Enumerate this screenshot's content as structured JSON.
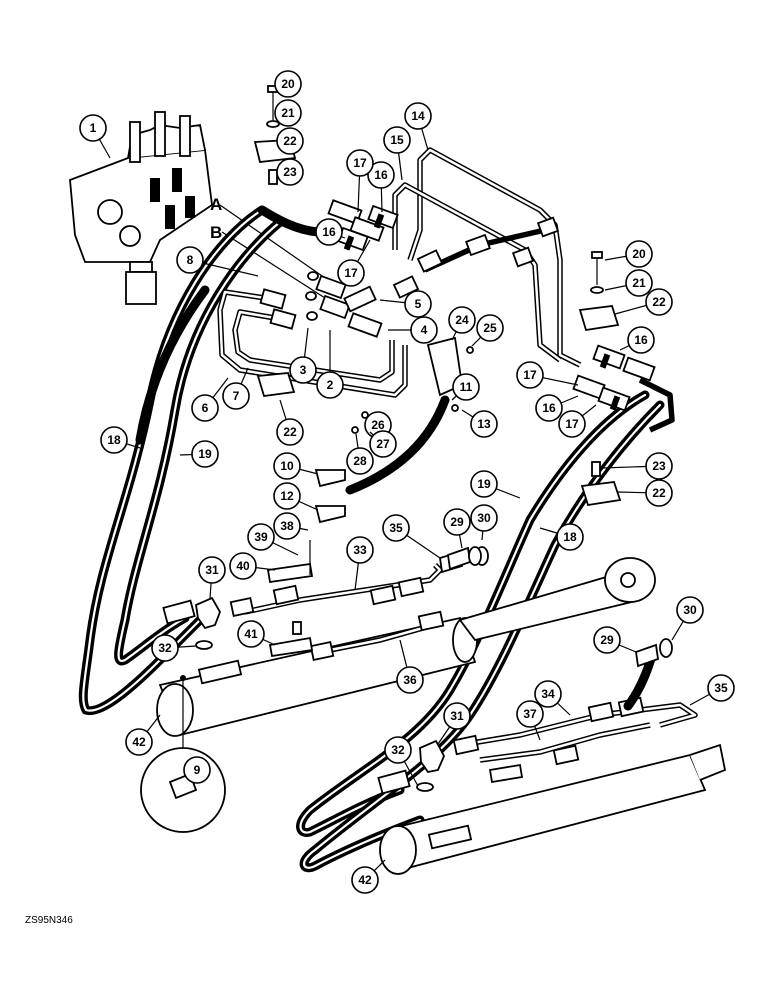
{
  "port_labels": {
    "a": "A",
    "b": "B"
  },
  "reference_code": "ZS95N346",
  "callouts": [
    {
      "id": "c1",
      "label": "1"
    },
    {
      "id": "c2",
      "label": "2"
    },
    {
      "id": "c3",
      "label": "3"
    },
    {
      "id": "c4",
      "label": "4"
    },
    {
      "id": "c5",
      "label": "5"
    },
    {
      "id": "c6",
      "label": "6"
    },
    {
      "id": "c7",
      "label": "7"
    },
    {
      "id": "c8",
      "label": "8"
    },
    {
      "id": "c9",
      "label": "9"
    },
    {
      "id": "c10",
      "label": "10"
    },
    {
      "id": "c11",
      "label": "11"
    },
    {
      "id": "c12",
      "label": "12"
    },
    {
      "id": "c13",
      "label": "13"
    },
    {
      "id": "c14",
      "label": "14"
    },
    {
      "id": "c15",
      "label": "15"
    },
    {
      "id": "c16a",
      "label": "16"
    },
    {
      "id": "c16b",
      "label": "16"
    },
    {
      "id": "c16c",
      "label": "16"
    },
    {
      "id": "c16d",
      "label": "16"
    },
    {
      "id": "c17a",
      "label": "17"
    },
    {
      "id": "c17b",
      "label": "17"
    },
    {
      "id": "c17c",
      "label": "17"
    },
    {
      "id": "c17d",
      "label": "17"
    },
    {
      "id": "c18a",
      "label": "18"
    },
    {
      "id": "c18b",
      "label": "18"
    },
    {
      "id": "c19a",
      "label": "19"
    },
    {
      "id": "c19b",
      "label": "19"
    },
    {
      "id": "c20a",
      "label": "20"
    },
    {
      "id": "c20b",
      "label": "20"
    },
    {
      "id": "c21a",
      "label": "21"
    },
    {
      "id": "c21b",
      "label": "21"
    },
    {
      "id": "c22a",
      "label": "22"
    },
    {
      "id": "c22b",
      "label": "22"
    },
    {
      "id": "c22c",
      "label": "22"
    },
    {
      "id": "c22d",
      "label": "22"
    },
    {
      "id": "c23a",
      "label": "23"
    },
    {
      "id": "c23b",
      "label": "23"
    },
    {
      "id": "c24",
      "label": "24"
    },
    {
      "id": "c25",
      "label": "25"
    },
    {
      "id": "c26",
      "label": "26"
    },
    {
      "id": "c27",
      "label": "27"
    },
    {
      "id": "c28",
      "label": "28"
    },
    {
      "id": "c29a",
      "label": "29"
    },
    {
      "id": "c29b",
      "label": "29"
    },
    {
      "id": "c30a",
      "label": "30"
    },
    {
      "id": "c30b",
      "label": "30"
    },
    {
      "id": "c31a",
      "label": "31"
    },
    {
      "id": "c31b",
      "label": "31"
    },
    {
      "id": "c32a",
      "label": "32"
    },
    {
      "id": "c32b",
      "label": "32"
    },
    {
      "id": "c33",
      "label": "33"
    },
    {
      "id": "c34",
      "label": "34"
    },
    {
      "id": "c35a",
      "label": "35"
    },
    {
      "id": "c35b",
      "label": "35"
    },
    {
      "id": "c36",
      "label": "36"
    },
    {
      "id": "c37",
      "label": "37"
    },
    {
      "id": "c38",
      "label": "38"
    },
    {
      "id": "c39",
      "label": "39"
    },
    {
      "id": "c40",
      "label": "40"
    },
    {
      "id": "c41",
      "label": "41"
    },
    {
      "id": "c42a",
      "label": "42"
    },
    {
      "id": "c42b",
      "label": "42"
    }
  ]
}
